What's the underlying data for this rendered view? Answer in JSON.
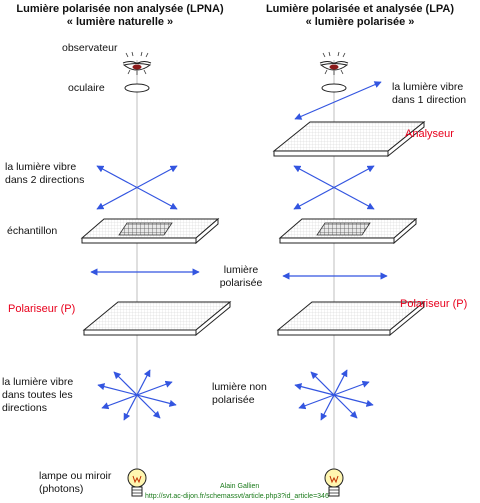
{
  "left": {
    "title_line1": "Lumière polarisée non analysée (LPNA)",
    "title_line2": "« lumière naturelle »",
    "observer": "observateur",
    "eyepiece": "oculaire",
    "vibration_2dir_line1": "la lumière vibre",
    "vibration_2dir_line2": "dans 2 directions",
    "sample": "échantillon",
    "polarizer": "Polariseur (P)",
    "vibration_all_line1": "la lumière vibre",
    "vibration_all_line2": "dans toutes les",
    "vibration_all_line3": "directions",
    "lamp_line1": "lampe ou miroir",
    "lamp_line2": "(photons)"
  },
  "right": {
    "title_line1": "Lumière polarisée et analysée (LPA)",
    "title_line2": "« lumière polarisée »",
    "vibration_1dir_line1": "la lumière vibre",
    "vibration_1dir_line2": "dans 1 direction",
    "analyzer": "Analyseur",
    "polarizer": "Polariseur (P)"
  },
  "middle": {
    "polarized_line1": "lumière",
    "polarized_line2": "polarisée",
    "nonpolarized_line1": "lumière non",
    "nonpolarized_line2": "polarisée"
  },
  "credit": {
    "author": "Alain Gallien",
    "url": "http://svt.ac-dijon.fr/schemassvt/article.php3?id_article=346"
  },
  "colors": {
    "arrow": "#3355e0",
    "highlight": "#e8001c",
    "credit": "#1a7a1a"
  }
}
